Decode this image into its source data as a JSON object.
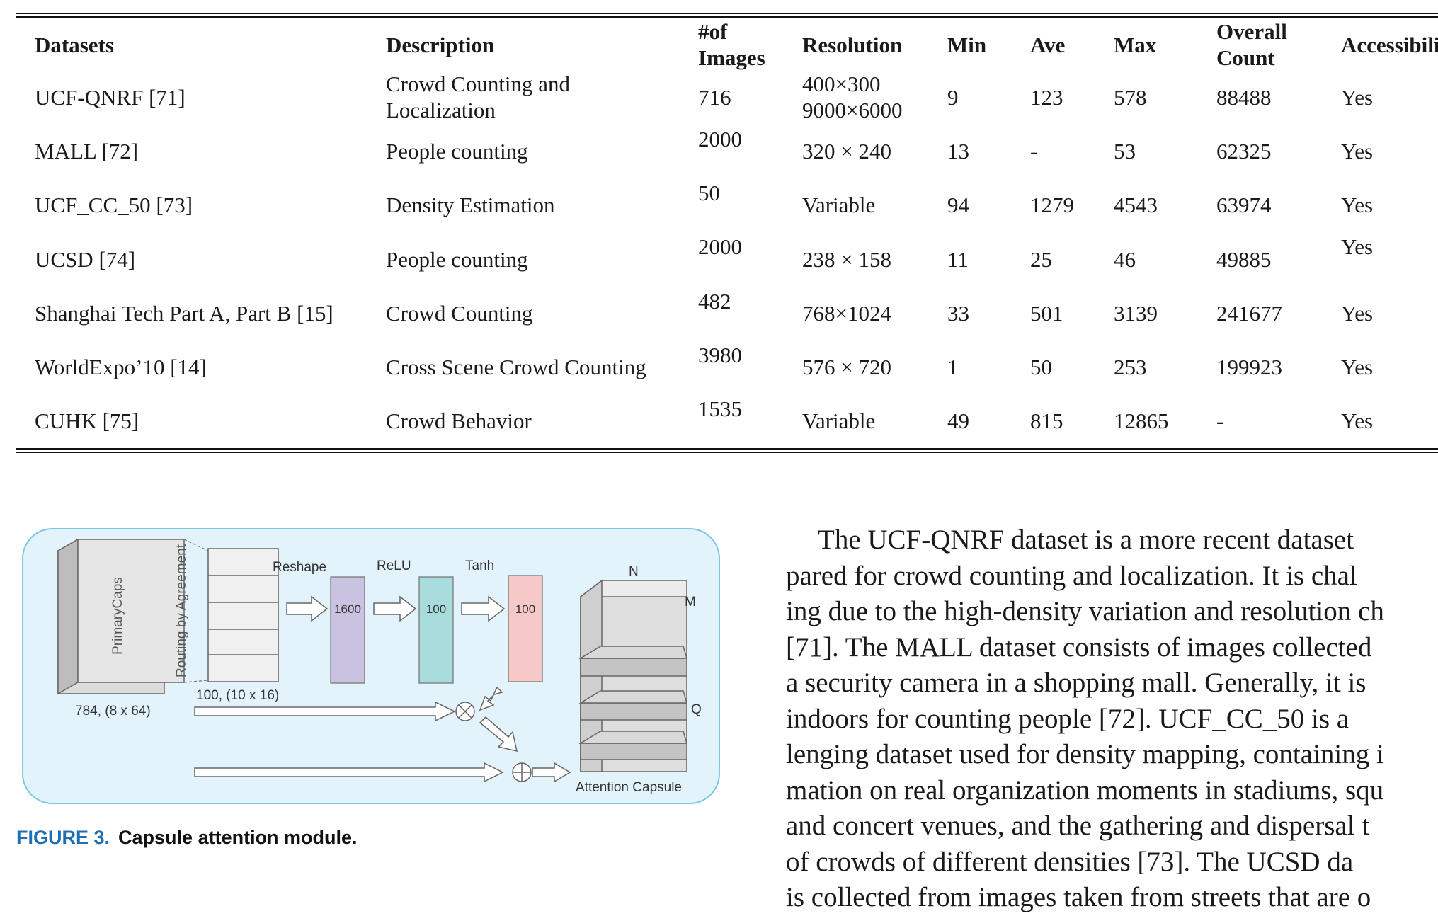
{
  "table": {
    "headers": [
      "Datasets",
      "Description",
      "#of Images",
      "Resolution",
      "Min",
      "Ave",
      "Max",
      "Overall Count",
      "Accessibility"
    ],
    "header_lines": {
      "images": [
        "#of",
        "Images"
      ],
      "overall": [
        "Overall",
        "Count"
      ]
    },
    "rows": [
      {
        "dataset": "UCF-QNRF [71]",
        "description": [
          "Crowd Counting and",
          "Localization"
        ],
        "images": "716",
        "resolution": [
          "400×300",
          "9000×6000"
        ],
        "min": "9",
        "ave": "123",
        "max": "578",
        "overall": "88488",
        "access": "Yes"
      },
      {
        "dataset": "MALL [72]",
        "description": [
          "People counting"
        ],
        "images": "2000",
        "resolution": [
          "320 × 240"
        ],
        "min": "13",
        "ave": "-",
        "max": "53",
        "overall": "62325",
        "access": "Yes"
      },
      {
        "dataset": "UCF_CC_50 [73]",
        "description": [
          "Density Estimation"
        ],
        "images": "50",
        "resolution": [
          "Variable"
        ],
        "min": "94",
        "ave": "1279",
        "max": "4543",
        "overall": "63974",
        "access": "Yes"
      },
      {
        "dataset": "UCSD [74]",
        "description": [
          "People counting"
        ],
        "images": "2000",
        "resolution": [
          "238 × 158"
        ],
        "min": "11",
        "ave": "25",
        "max": "46",
        "overall": "49885",
        "access": "Yes"
      },
      {
        "dataset": "Shanghai Tech Part A, Part B [15]",
        "description": [
          "Crowd Counting"
        ],
        "images": "482",
        "resolution": [
          "768×1024"
        ],
        "min": "33",
        "ave": "501",
        "max": "3139",
        "overall": "241677",
        "access": "Yes"
      },
      {
        "dataset": "WorldExpo’10 [14]",
        "description": [
          "Cross Scene Crowd Counting"
        ],
        "images": "3980",
        "resolution": [
          "576 × 720"
        ],
        "min": "1",
        "ave": "50",
        "max": "253",
        "overall": "199923",
        "access": "Yes"
      },
      {
        "dataset": "CUHK [75]",
        "description": [
          "Crowd Behavior"
        ],
        "images": "1535",
        "resolution": [
          "Variable"
        ],
        "min": "49",
        "ave": "815",
        "max": "12865",
        "overall": "-",
        "access": "Yes"
      }
    ]
  },
  "figure": {
    "primary_caps": "PrimaryCaps",
    "routing": "Routing by Agreement",
    "primary_dims": "784, (8 x 64)",
    "routing_dims": "100, (10 x 16)",
    "reshape": "Reshape",
    "relu": "ReLU",
    "tanh": "Tanh",
    "box_1600": "1600",
    "box_100a": "100",
    "box_100b": "100",
    "n_label": "N",
    "m_label": "M",
    "q_label": "Q",
    "attention_capsule": "Attention Capsule",
    "colors": {
      "panel": "#e3f3fb",
      "panel_border": "#7cc7e4",
      "reshape_box": "#c9c2e0",
      "relu_box": "#a8dcdc",
      "tanh_box": "#f6c9c9"
    }
  },
  "caption": {
    "label": "FIGURE 3.",
    "text": "Capsule attention module."
  },
  "body_lines": [
    "The UCF-QNRF dataset is a more recent dataset",
    "pared for crowd counting and localization. It is chal",
    "ing due to the high-density variation and resolution ch",
    "[71]. The MALL dataset consists of images collected",
    "a security camera in a shopping mall. Generally, it is",
    "indoors for counting people [72]. UCF_CC_50 is a",
    "lenging dataset used for density mapping, containing i",
    "mation on real organization moments in stadiums, squ",
    "and concert venues, and the gathering and dispersal t",
    "of crowds of different densities [73]. The UCSD da",
    "is collected from images taken from streets that are o"
  ]
}
